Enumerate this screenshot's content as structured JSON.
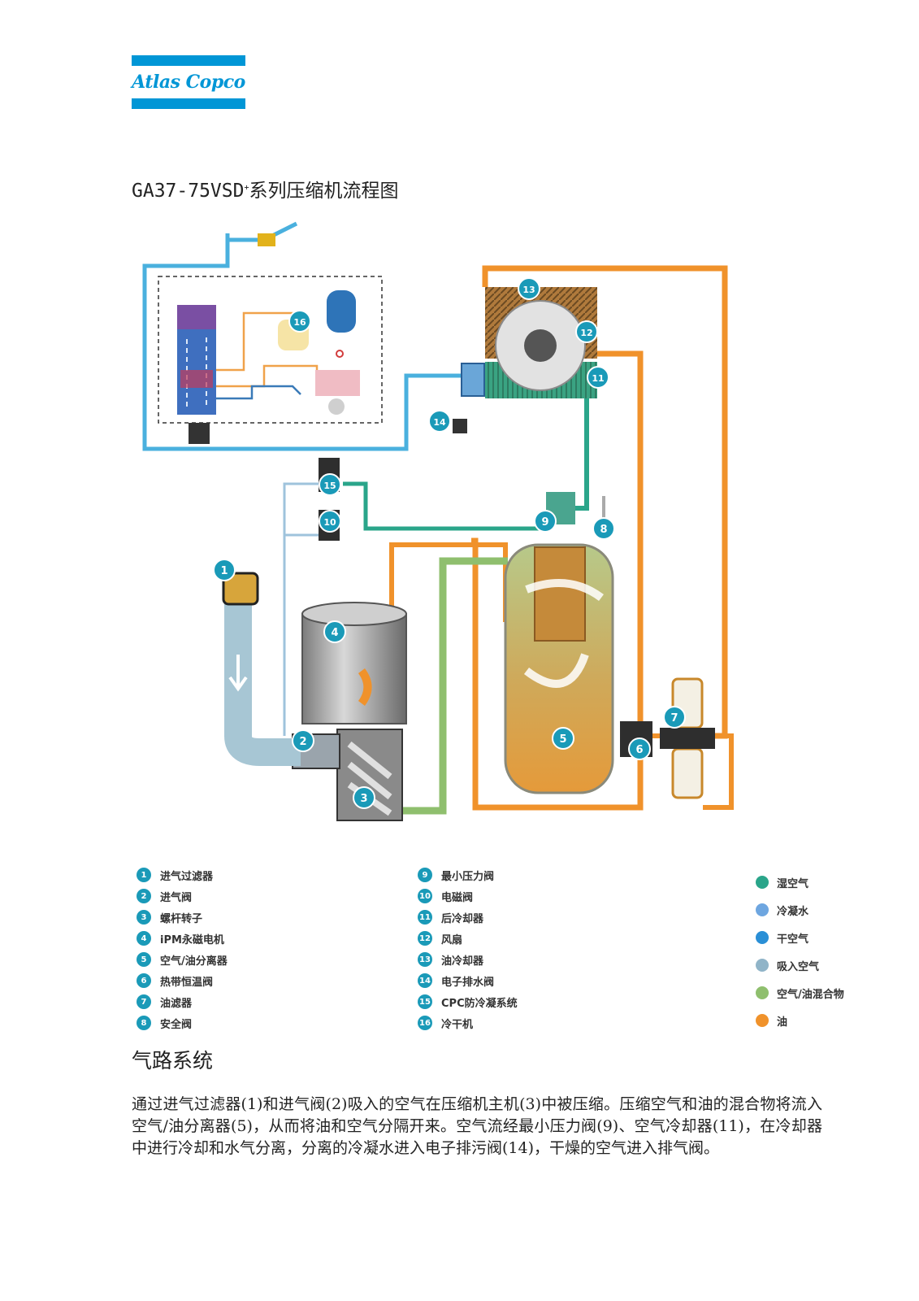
{
  "logo": {
    "text": "Atlas Copco"
  },
  "title": {
    "main": "GA37-75VSD",
    "sup": "+",
    "rest": "系列压缩机流程图"
  },
  "diagram": {
    "markers": [
      {
        "num": "1"
      },
      {
        "num": "2"
      },
      {
        "num": "3"
      },
      {
        "num": "4"
      },
      {
        "num": "5"
      },
      {
        "num": "6"
      },
      {
        "num": "7"
      },
      {
        "num": "8"
      },
      {
        "num": "9"
      },
      {
        "num": "10"
      },
      {
        "num": "11"
      },
      {
        "num": "12"
      },
      {
        "num": "13"
      },
      {
        "num": "14"
      },
      {
        "num": "15"
      },
      {
        "num": "16"
      }
    ]
  },
  "legend": {
    "components_left": [
      {
        "num": "1",
        "label": "进气过滤器"
      },
      {
        "num": "2",
        "label": "进气阀"
      },
      {
        "num": "3",
        "label": "螺杆转子"
      },
      {
        "num": "4",
        "label": "iPM永磁电机"
      },
      {
        "num": "5",
        "label": "空气/油分离器"
      },
      {
        "num": "6",
        "label": "热带恒温阀"
      },
      {
        "num": "7",
        "label": "油滤器"
      },
      {
        "num": "8",
        "label": "安全阀"
      }
    ],
    "components_right": [
      {
        "num": "9",
        "label": "最小压力阀"
      },
      {
        "num": "10",
        "label": "电磁阀"
      },
      {
        "num": "11",
        "label": "后冷却器"
      },
      {
        "num": "12",
        "label": "风扇"
      },
      {
        "num": "13",
        "label": "油冷却器"
      },
      {
        "num": "14",
        "label": "电子排水阀"
      },
      {
        "num": "15",
        "label": "CPC防冷凝系统"
      },
      {
        "num": "16",
        "label": "冷干机"
      }
    ],
    "flows": [
      {
        "label": "湿空气",
        "color": "#2aa58a"
      },
      {
        "label": "冷凝水",
        "color": "#6ea6e0"
      },
      {
        "label": "干空气",
        "color": "#2a8fd6"
      },
      {
        "label": "吸入空气",
        "color": "#90b4c8"
      },
      {
        "label": "空气/油混合物",
        "color": "#8fbf6e"
      },
      {
        "label": "油",
        "color": "#f0922b"
      }
    ]
  },
  "section": {
    "title": "气路系统",
    "body": "通过进气过滤器(1)和进气阀(2)吸入的空气在压缩机主机(3)中被压缩。压缩空气和油的混合物将流入空气/油分离器(5)，从而将油和空气分隔开来。空气流经最小压力阀(9)、空气冷却器(11)，在冷却器中进行冷却和水气分离，分离的冷凝水进入电子排污阀(14)，干燥的空气进入排气阀。"
  }
}
